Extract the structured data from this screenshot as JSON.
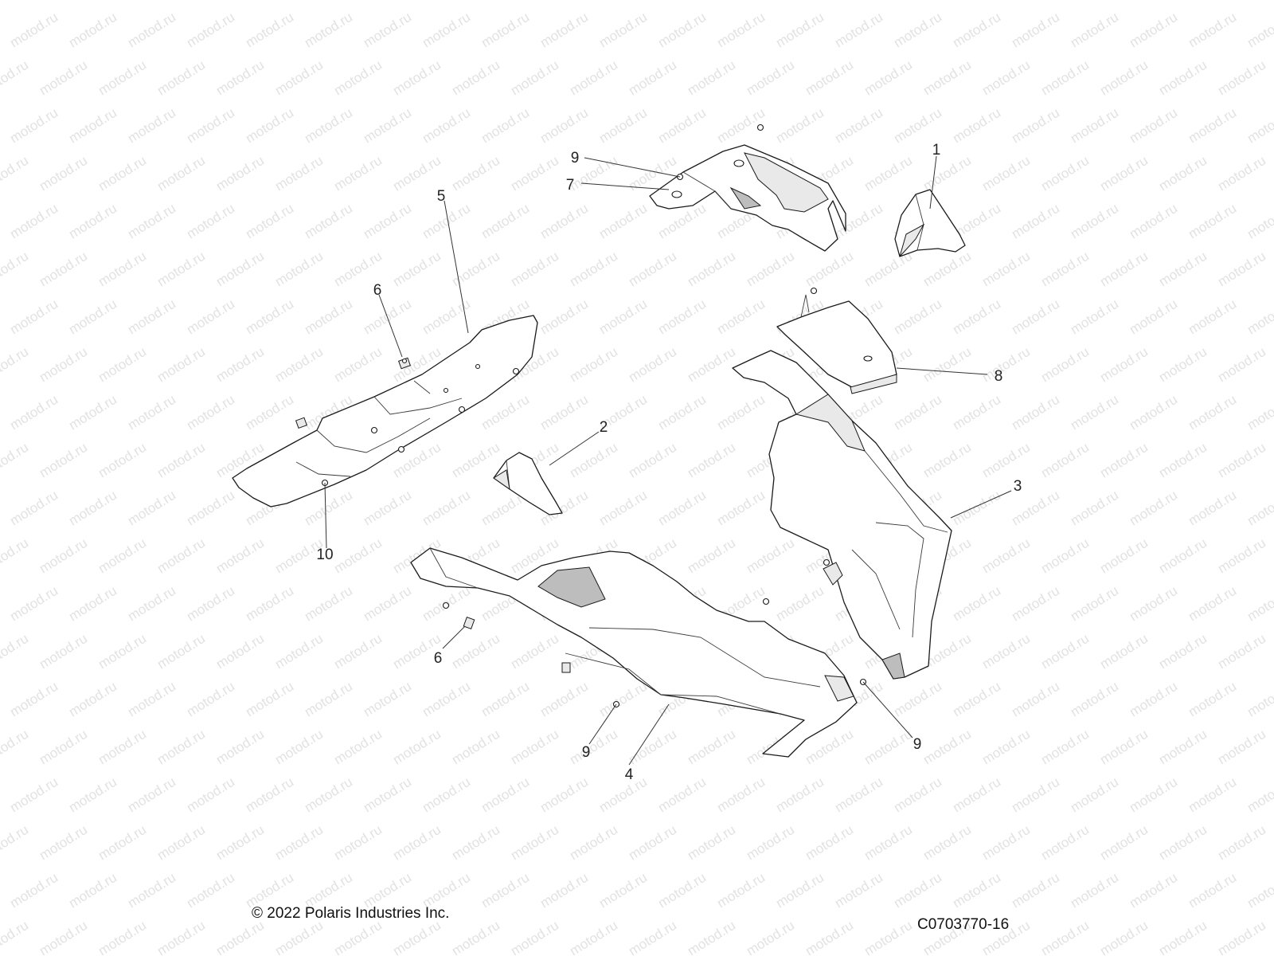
{
  "watermark": {
    "text": "motod.ru"
  },
  "callouts": {
    "c1": "1",
    "c2": "2",
    "c3": "3",
    "c4": "4",
    "c5": "5",
    "c6a": "6",
    "c6b": "6",
    "c7": "7",
    "c8": "8",
    "c9a": "9",
    "c9b": "9",
    "c9c": "9",
    "c10": "10"
  },
  "footer": {
    "copyright": "© 2022 Polaris Industries Inc.",
    "diagram_code": "C0703770-16"
  },
  "colors": {
    "line": "#1a1a1a",
    "watermark": "#e2e2e2",
    "background": "#ffffff"
  }
}
